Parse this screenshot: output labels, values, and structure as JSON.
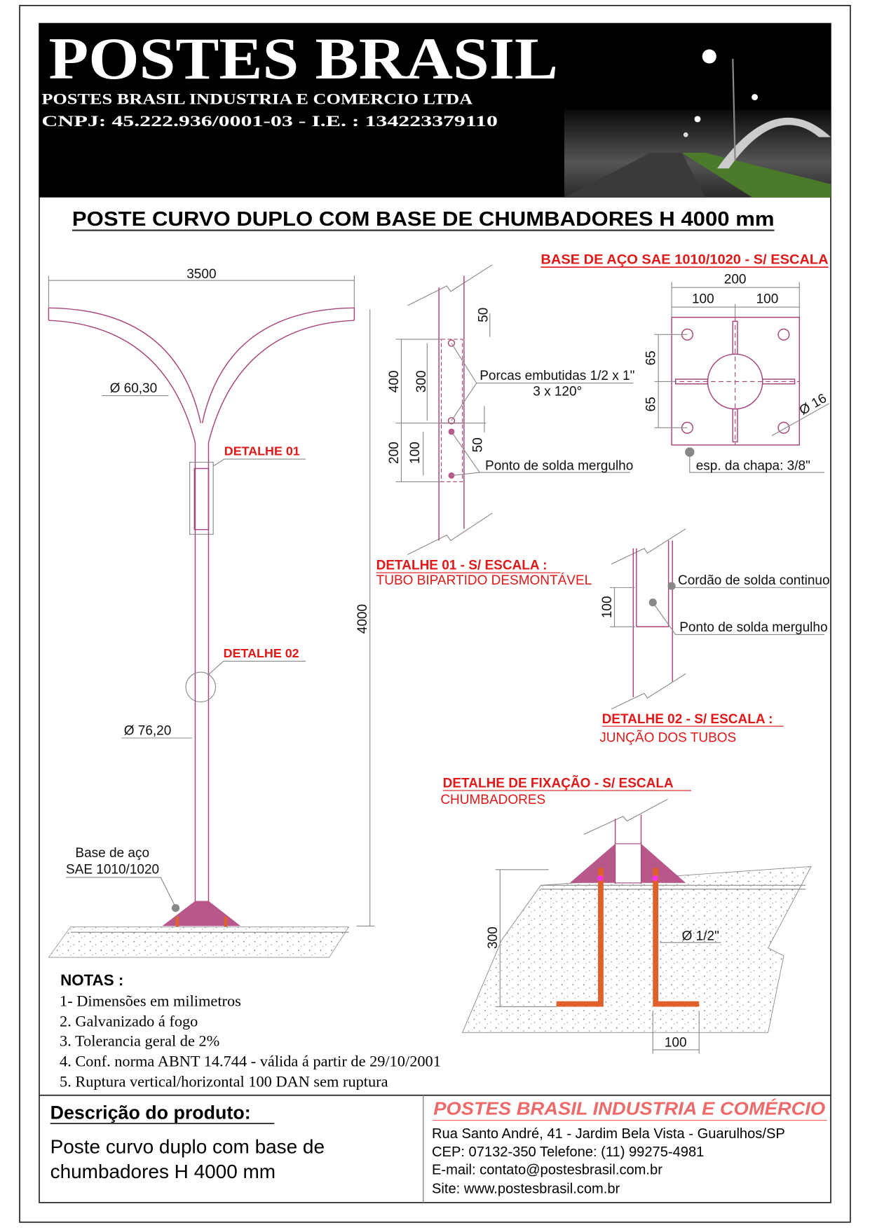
{
  "header": {
    "logo_title": "POSTES BRASIL",
    "company_line": "POSTES BRASIL INDUSTRIA E COMERCIO LTDA",
    "cnpj_line": "CNPJ: 45.222.936/0001-03 - I.E. : 134223379110"
  },
  "title": "POSTE CURVO DUPLO COM BASE DE CHUMBADORES H 4000 mm",
  "main_drawing": {
    "width_dim": "3500",
    "height_dim": "4000",
    "arm_diameter": "Ø 60,30",
    "pole_diameter": "Ø 76,20",
    "detail01_label": "DETALHE 01",
    "detail02_label": "DETALHE 02",
    "base_label_1": "Base de aço",
    "base_label_2": "SAE 1010/1020"
  },
  "detail01": {
    "dim_400": "400",
    "dim_300": "300",
    "dim_200": "200",
    "dim_100": "100",
    "dim_50_top": "50",
    "dim_50_bottom": "50",
    "nuts_label": "Porcas embutidas 1/2 x 1\"",
    "nuts_angle": "3 x 120°",
    "weld_label": "Ponto de solda mergulho",
    "title": "DETALHE 01 - S/ ESCALA :",
    "subtitle": "TUBO BIPARTIDO DESMONTÁVEL"
  },
  "base_plate": {
    "title": "BASE DE AÇO SAE 1010/1020 - S/ ESCALA",
    "dim_200": "200",
    "dim_100_left": "100",
    "dim_100_right": "100",
    "dim_65_top": "65",
    "dim_65_bottom": "65",
    "hole_diameter": "Ø 16",
    "thickness": "esp. da chapa: 3/8\""
  },
  "detail02": {
    "dim_100": "100",
    "weld_continuous": "Cordão de solda continuo",
    "weld_point": "Ponto de solda mergulho",
    "title": "DETALHE 02 - S/ ESCALA :",
    "subtitle": "JUNÇÃO DOS TUBOS"
  },
  "fixation": {
    "title": "DETALHE  DE FIXAÇÃO - S/ ESCALA",
    "subtitle": "CHUMBADORES",
    "dim_300": "300",
    "bolt_diameter": "Ø 1/2\"",
    "dim_100": "100"
  },
  "notes": {
    "heading": "NOTAS :",
    "items": [
      "1- Dimensões em milimetros",
      "2. Galvanizado á fogo",
      "3. Tolerancia geral de 2%",
      "4. Conf. norma ABNT 14.744 - válida á partir de 29/10/2001",
      "5. Ruptura vertical/horizontal 100 DAN sem ruptura"
    ]
  },
  "footer": {
    "desc_heading": "Descrição do produto:",
    "desc_line1": "Poste curvo duplo com base de",
    "desc_line2": "chumbadores H 4000 mm",
    "company": "POSTES BRASIL INDUSTRIA E COMÉRCIO",
    "address": "Rua Santo André, 41 - Jardim Bela Vista - Guarulhos/SP",
    "cep_phone": "CEP: 07132-350 Telefone: (11) 99275-4981",
    "email": "E-mail: contato@postesbrasil.com.br",
    "site": "Site: www.postesbrasil.com.br"
  },
  "colors": {
    "accent_red": "#e01818",
    "pole": "#a8457a",
    "base_fill": "#b8578a",
    "bolt": "#e0602a"
  }
}
